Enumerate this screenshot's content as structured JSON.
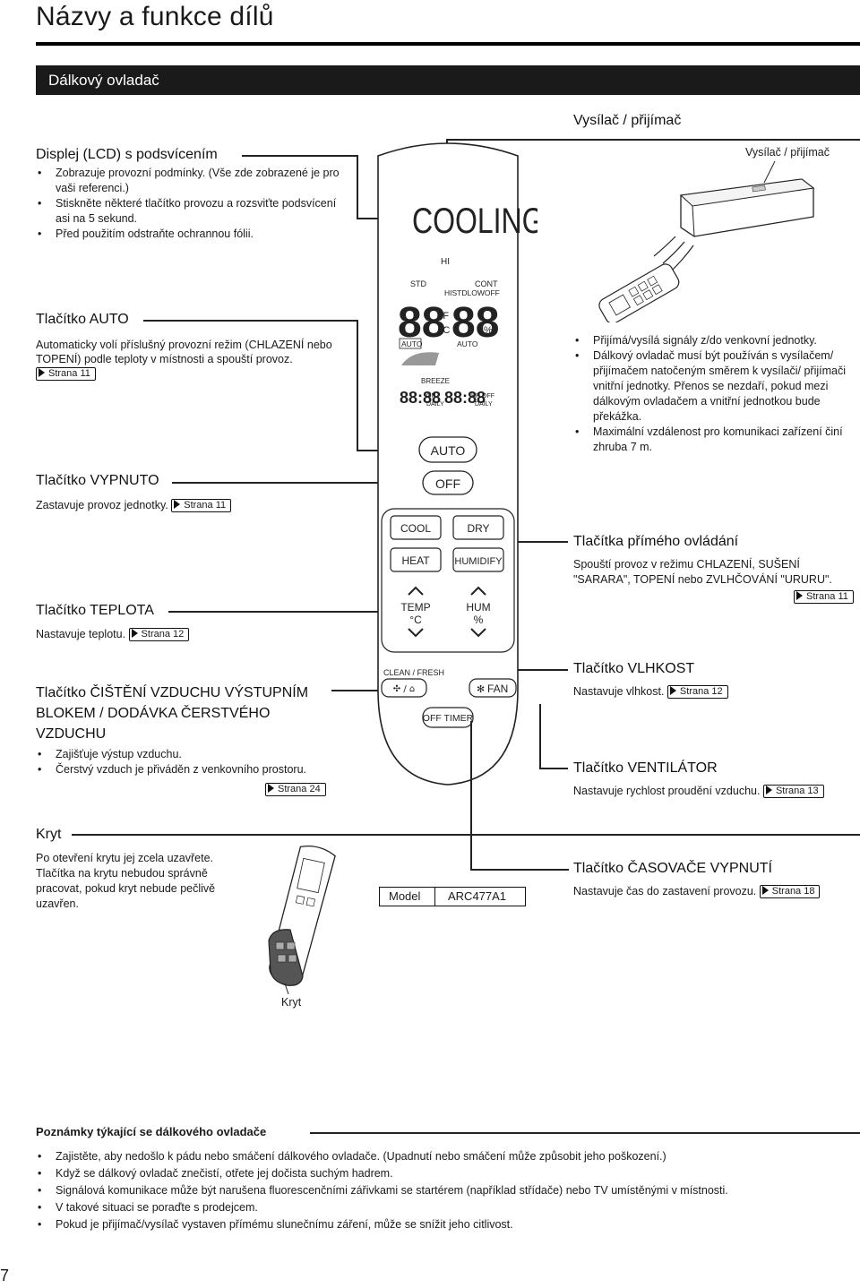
{
  "page": {
    "title": "Názvy a funkce dílů",
    "number": "7"
  },
  "section": {
    "title": "Dálkový ovladač"
  },
  "transmitter": {
    "heading": "Vysílač / přijímač",
    "unit_label": "Vysílač / přijímač",
    "bullets": [
      "Přijímá/vysílá signály z/do venkovní jednotky.",
      "Dálkový ovladač musí být používán s vysílačem/ přijímačem natočeným směrem k vysílači/ přijímači vnitřní jednotky. Přenos se nezdaří, pokud mezi dálkovým ovladačem a vnitřní jednotkou bude překážka.",
      "Maximální vzdálenost pro komunikaci zařízení činí zhruba 7 m."
    ]
  },
  "display": {
    "heading": "Displej (LCD) s podsvícením",
    "bullets": [
      "Zobrazuje provozní podmínky. (Vše zde zobrazené je pro vaši referenci.)",
      "Stiskněte některé tlačítko provozu a rozsviťte podsvícení asi na 5 sekund.",
      "Před použitím odstraňte ochrannou fólii."
    ]
  },
  "auto_button": {
    "heading": "Tlačítko AUTO",
    "text": "Automaticky volí příslušný provozní režim (CHLAZENÍ nebo TOPENÍ) podle teploty v místnosti a spouští provoz.",
    "ref": "Strana 11"
  },
  "off_button": {
    "heading": "Tlačítko VYPNUTO",
    "text": "Zastavuje provoz jednotky.",
    "ref": "Strana 11"
  },
  "temp_button": {
    "heading": "Tlačítko TEPLOTA",
    "text": "Nastavuje teplotu.",
    "ref": "Strana 12"
  },
  "clean_button": {
    "heading": "Tlačítko ČIŠTĚNÍ VZDUCHU VÝSTUPNÍM BLOKEM / DODÁVKA ČERSTVÉHO VZDUCHU",
    "bullets": [
      "Zajišťuje výstup vzduchu.",
      "Čerstvý vzduch je přiváděn z venkovního prostoru."
    ],
    "ref": "Strana 24"
  },
  "direct_buttons": {
    "heading": "Tlačítka přímého ovládání",
    "text": "Spouští provoz v režimu CHLAZENÍ, SUŠENÍ \"SARARA\", TOPENÍ nebo ZVLHČOVÁNÍ \"URURU\".",
    "ref": "Strana 11"
  },
  "hum_button": {
    "heading": "Tlačítko VLHKOST",
    "text": "Nastavuje vlhkost.",
    "ref": "Strana 12"
  },
  "fan_button": {
    "heading": "Tlačítko VENTILÁTOR",
    "text": "Nastavuje rychlost proudění vzduchu.",
    "ref": "Strana 13"
  },
  "cover": {
    "heading": "Kryt",
    "text": "Po otevření krytu jej zcela uzavřete. Tlačítka na krytu nebudou správně pracovat, pokud kryt nebude pečlivě uzavřen.",
    "caption": "Kryt"
  },
  "model": {
    "label": "Model",
    "value": "ARC477A1"
  },
  "offtimer_button": {
    "heading": "Tlačítko ČASOVAČE VYPNUTÍ",
    "text": "Nastavuje čas do zastavení provozu.",
    "ref": "Strana 18"
  },
  "remote": {
    "lcd_mode": "COOLING",
    "lcd_std": "STD",
    "lcd_cont": "CONT",
    "lcd_hi_std_lo_off": "HISTDLOWOFF",
    "lcd_digits": "88",
    "lcd_digits2": "88",
    "lcd_f": "°F",
    "lcd_c": "°C",
    "lcd_percent": "%",
    "lcd_auto1": "AUTO",
    "lcd_auto2": "AUTO",
    "lcd_breeze": "BREEZE",
    "lcd_time1": "88:88",
    "lcd_time2": "88:88",
    "lcd_on": "ON",
    "lcd_daily1": "DAILY",
    "lcd_hr_off": "HR.OFF",
    "lcd_daily2": "DAILY",
    "lcd_hi": "HI",
    "btn_auto": "AUTO",
    "btn_off": "OFF",
    "btn_cool": "COOL",
    "btn_dry": "DRY",
    "btn_heat": "HEAT",
    "btn_humidify": "HUMIDIFY",
    "btn_temp": "TEMP",
    "btn_temp_unit": "°C",
    "btn_hum": "HUM",
    "btn_hum_unit": "%",
    "clean_fresh": "CLEAN / FRESH",
    "btn_fan": "FAN",
    "btn_off_timer": "OFF TIMER"
  },
  "notes": {
    "heading": "Poznámky týkající se dálkového ovladače",
    "items": [
      "Zajistěte, aby nedošlo k pádu nebo smáčení dálkového ovladače. (Upadnutí nebo smáčení může způsobit jeho poškození.)",
      "Když se dálkový ovladač znečistí, otřete jej dočista suchým hadrem.",
      "Signálová komunikace může být narušena fluorescenčními zářivkami se startérem (například střídače) nebo TV umístěnými v místnosti.",
      "V takové situaci se poraďte s prodejcem.",
      "Pokud je přijímač/vysílač vystaven přímému slunečnímu záření, může se snížit jeho citlivost."
    ]
  }
}
